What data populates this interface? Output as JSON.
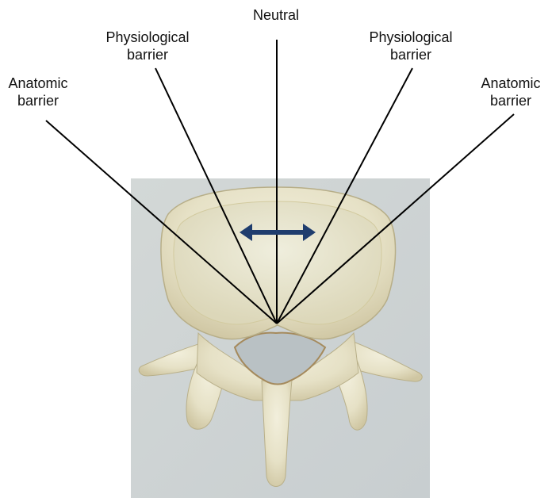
{
  "labels": {
    "neutral": "Neutral",
    "physiological_left": [
      "Physiological",
      "barrier"
    ],
    "physiological_right": [
      "Physiological",
      "barrier"
    ],
    "anatomic_left": [
      "Anatomic",
      "barrier"
    ],
    "anatomic_right": [
      "Anatomic",
      "barrier"
    ]
  },
  "colors": {
    "background": "#ffffff",
    "photo_backdrop": "#d6dbd9",
    "bone": "#e7e3c8",
    "bone_shadow": "#c9c19e",
    "lines": "#000000",
    "arrow": "#1f3d6e"
  },
  "icons": {
    "motion_arrow": "double-headed-arrow"
  }
}
